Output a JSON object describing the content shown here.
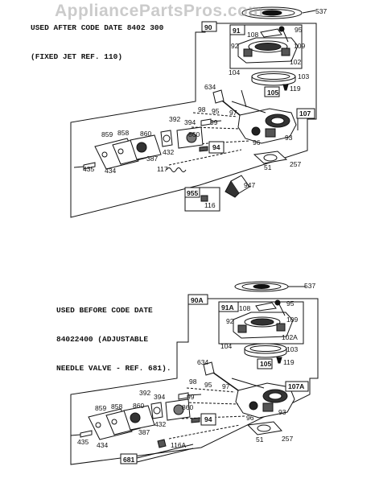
{
  "watermark": "AppliancePartsPros.com",
  "top": {
    "note_lines": [
      "USED AFTER CODE DATE 8402 300",
      "(FIXED JET REF. 110)"
    ],
    "labels": {
      "537": "537",
      "90": "90",
      "91": "91",
      "108": "108",
      "95a": "95",
      "109": "109",
      "92": "92",
      "102": "102",
      "104": "104",
      "103": "103",
      "105": "105",
      "119": "119",
      "634": "634",
      "98": "98",
      "99": "99",
      "97": "97",
      "95b": "95",
      "107": "107",
      "392": "392",
      "394": "394",
      "859": "859",
      "858": "858",
      "860a": "860",
      "860b": "860",
      "432": "432",
      "387": "387",
      "94": "94",
      "96": "96",
      "93": "93",
      "435": "435",
      "434": "434",
      "117": "117",
      "51": "51",
      "257": "257",
      "955": "955",
      "116": "116",
      "947": "947"
    }
  },
  "bottom": {
    "note_lines": [
      "USED BEFORE CODE DATE",
      "84022400 (ADJUSTABLE",
      "NEEDLE VALVE - REF. 681)."
    ],
    "labels": {
      "537": "537",
      "90A": "90A",
      "91A": "91A",
      "108": "108",
      "95a": "95",
      "109": "109",
      "92": "92",
      "102A": "102A",
      "104": "104",
      "103": "103",
      "105": "105",
      "119": "119",
      "634": "634",
      "98": "98",
      "99": "99",
      "97": "97",
      "95b": "95",
      "107A": "107A",
      "392": "392",
      "394": "394",
      "859": "859",
      "858": "858",
      "860a": "860",
      "860b": "860",
      "432": "432",
      "387": "387",
      "94": "94",
      "96": "96",
      "93": "93",
      "435": "435",
      "434": "434",
      "116A": "116A",
      "51": "51",
      "257": "257",
      "681": "681"
    }
  }
}
